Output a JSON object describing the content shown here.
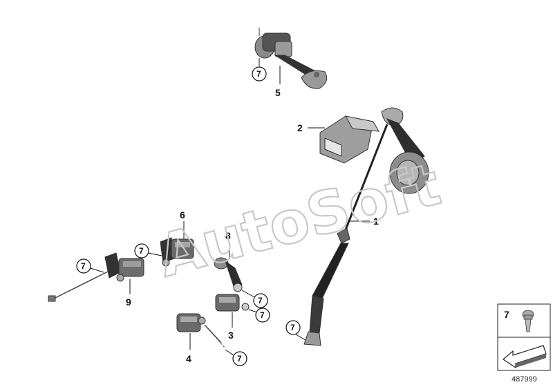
{
  "watermark": "AutoSoft",
  "callouts": {
    "p1": "1",
    "p2": "2",
    "p3": "3",
    "p4": "4",
    "p5": "5",
    "p6": "6",
    "p7": "7",
    "p8": "8",
    "p9": "9"
  },
  "legend": {
    "label": "7"
  },
  "diagram_number": "487999"
}
